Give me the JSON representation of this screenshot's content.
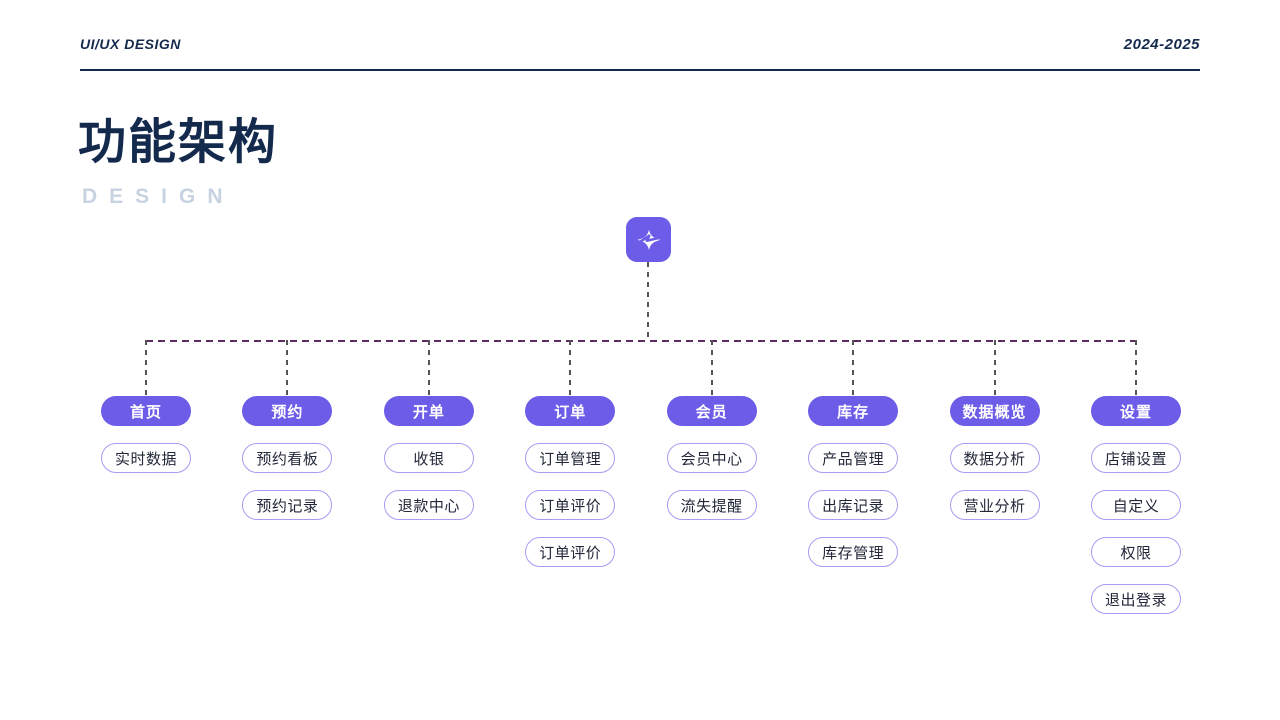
{
  "header": {
    "brand": "UI/UX DESIGN",
    "years": "2024-2025"
  },
  "title": {
    "main": "功能架构",
    "sub": "DESIGN"
  },
  "colors": {
    "navy": "#142a4d",
    "accent": "#6d5ce8",
    "pill-border": "#a99bf2",
    "pill-text": "#23293a",
    "subtitle": "#c7d3e0",
    "dash-purple": "#5e2b63",
    "dash-gray": "#555555"
  },
  "icons": {
    "root": "spark-icon"
  },
  "tree": {
    "columns": [
      {
        "label": "首页",
        "children": [
          "实时数据"
        ]
      },
      {
        "label": "预约",
        "children": [
          "预约看板",
          "预约记录"
        ]
      },
      {
        "label": "开单",
        "children": [
          "收银",
          "退款中心"
        ]
      },
      {
        "label": "订单",
        "children": [
          "订单管理",
          "订单评价",
          "订单评价"
        ]
      },
      {
        "label": "会员",
        "children": [
          "会员中心",
          "流失提醒"
        ]
      },
      {
        "label": "库存",
        "children": [
          "产品管理",
          "出库记录",
          "库存管理"
        ]
      },
      {
        "label": "数据概览",
        "children": [
          "数据分析",
          "营业分析"
        ]
      },
      {
        "label": "设置",
        "children": [
          "店铺设置",
          "自定义",
          "权限",
          "退出登录"
        ]
      }
    ]
  }
}
